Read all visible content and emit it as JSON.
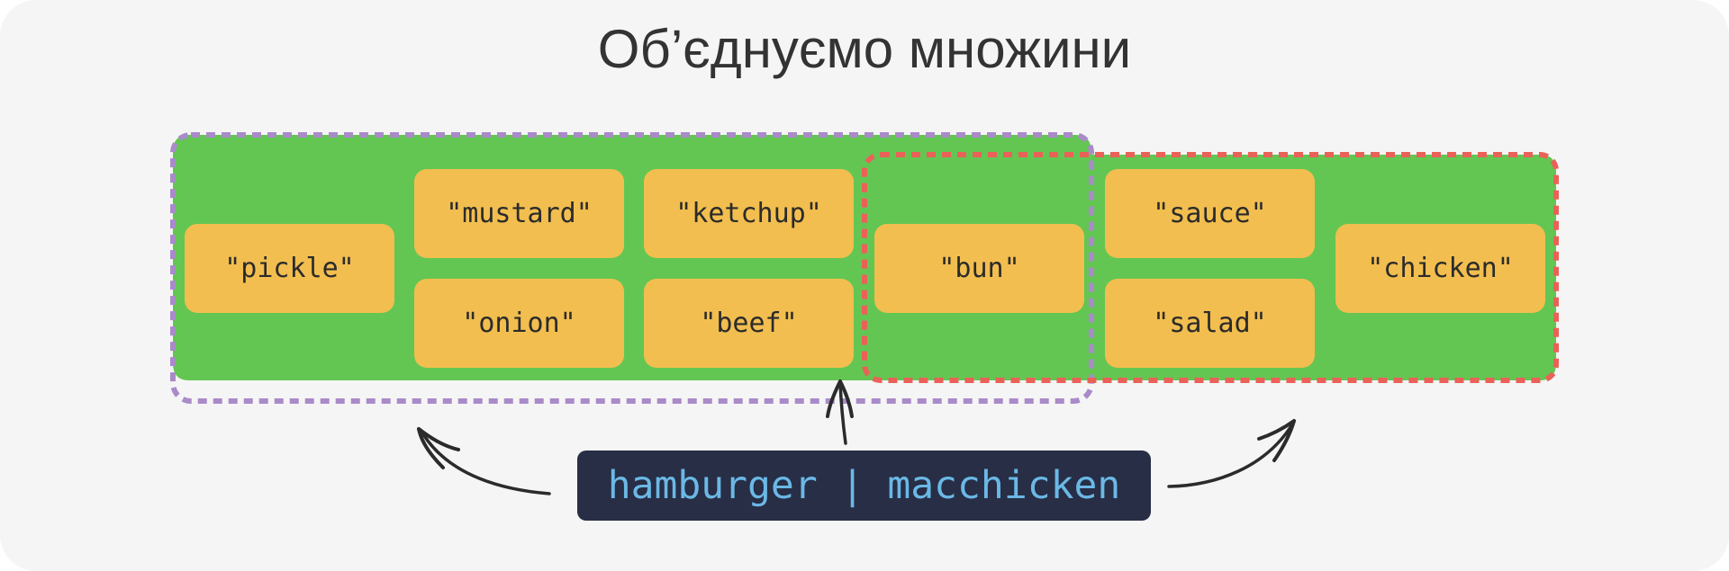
{
  "title": "Об’єднуємо множини",
  "colors": {
    "background": "#f5f5f5",
    "union_fill": "#63c653",
    "hamburger_border": "#a98bc9",
    "macchicken_border": "#ea6158",
    "element_fill": "#f2be4f",
    "code_bg": "#272e45",
    "code_text": "#6bb8e6"
  },
  "elements": {
    "pickle": "\"pickle\"",
    "mustard": "\"mustard\"",
    "ketchup": "\"ketchup\"",
    "onion": "\"onion\"",
    "beef": "\"beef\"",
    "bun": "\"bun\"",
    "sauce": "\"sauce\"",
    "salad": "\"salad\"",
    "chicken": "\"chicken\""
  },
  "expression": "hamburger | macchicken"
}
